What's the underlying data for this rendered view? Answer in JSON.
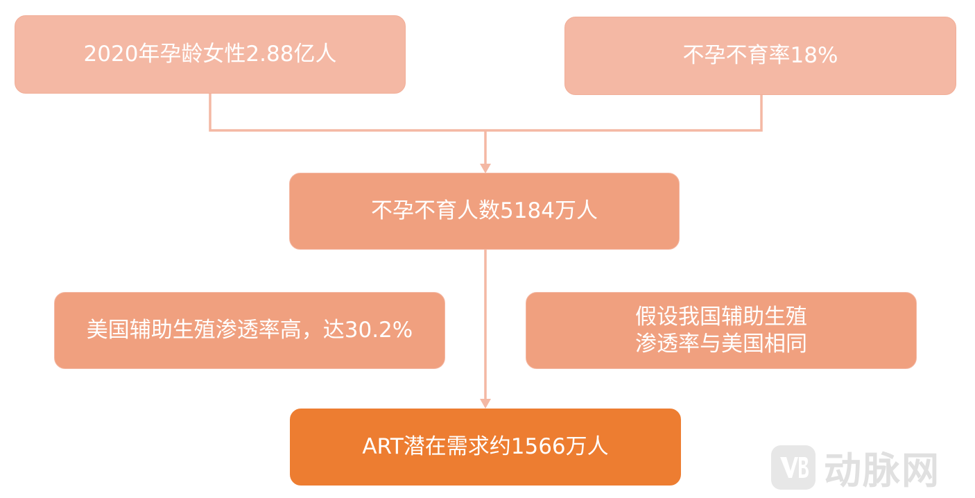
{
  "colors": {
    "light_fill": "#f4b8a4",
    "light_border": "#f1ae98",
    "mid_fill": "#f0a07f",
    "mid_border": "#f4b8a4",
    "dark_fill": "#ed7d31",
    "connector": "#f4b8a4"
  },
  "nodes": {
    "women_2020": "2020年孕龄女性2.88亿人",
    "infertility_rate": "不孕不育率18%",
    "infertile_population": "不孕不育人数5184万人",
    "us_penetration": "美国辅助生殖渗透率高，达30.2%",
    "assumption": "假设我国辅助生殖\n渗透率与美国相同",
    "art_demand": "ART潜在需求约1566万人"
  },
  "watermark": {
    "text": "动脉网",
    "logo_icon": "vb-logo-icon"
  }
}
